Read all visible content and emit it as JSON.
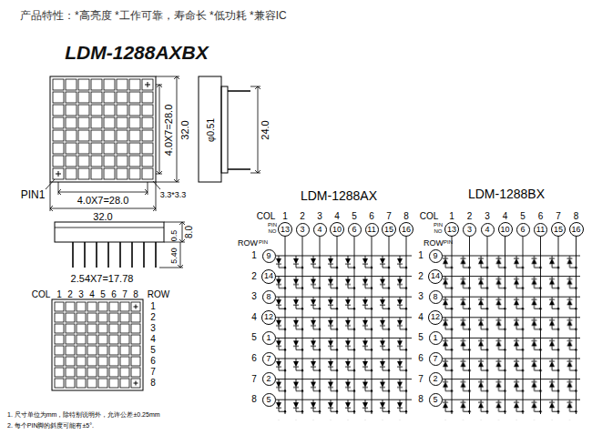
{
  "diagram": {
    "title": "LDM-1288AXBX",
    "nodes": [
      {
        "text": [
          "13"
        ]
      },
      {
        "text": [
          "3"
        ]
      },
      {
        "text": [
          "4"
        ]
      },
      {
        "text": [
          "10"
        ]
      },
      {
        "text": [
          "6"
        ]
      },
      {
        "text": [
          "11"
        ]
      },
      {
        "text": [
          "15"
        ]
      },
      {
        "text": [
          "16"
        ]
      },
      {
        "text": [
          "9"
        ]
      },
      {
        "text": [
          "14"
        ]
      },
      {
        "text": [
          "8"
        ]
      },
      {
        "text": [
          "12"
        ]
      },
      {
        "text": [
          "1"
        ]
      },
      {
        "text": [
          "7"
        ]
      },
      {
        "text": [
          "2"
        ]
      },
      {
        "text": [
          "5"
        ]
      },
      {
        "text": [
          "13"
        ]
      },
      {
        "text": [
          "3"
        ]
      },
      {
        "text": [
          "4"
        ]
      },
      {
        "text": [
          "10"
        ]
      },
      {
        "text": [
          "6"
        ]
      },
      {
        "text": [
          "11"
        ]
      },
      {
        "text": [
          "15"
        ]
      },
      {
        "text": [
          "16"
        ]
      },
      {
        "text": [
          "9"
        ]
      },
      {
        "text": [
          "14"
        ]
      },
      {
        "text": [
          "8"
        ]
      },
      {
        "text": [
          "12"
        ]
      },
      {
        "text": [
          "1"
        ]
      },
      {
        "text": [
          "7"
        ]
      },
      {
        "text": [
          "2"
        ]
      },
      {
        "text": [
          "5"
        ]
      }
    ],
    "labels": [
      "产品特性：*高亮度 *工作可靠，寿命长 *低功耗 *兼容IC",
      "4.0X7=28.0",
      "32.0",
      "φ0.51",
      "24.0",
      "PIN1",
      "4.0X7=28.0",
      "3.3*3.3",
      "32.0",
      "0.5",
      "8.0",
      "5.40",
      "2.54X7=17.78",
      "COL",
      "1",
      "2",
      "3",
      "4",
      "5",
      "6",
      "7",
      "8",
      "ROW",
      "1",
      "2",
      "3",
      "4",
      "5",
      "6",
      "7",
      "8",
      "1. 尺寸单位为mm，除特别说明外，允许公差±0.25mm",
      "2. 每个PIN脚的斜度可能有±5°.",
      "LDM-1288AX",
      "COL",
      "1",
      "2",
      "3",
      "4",
      "5",
      "6",
      "7",
      "8",
      "PIN",
      "NO",
      "ROW",
      "PIN",
      "1",
      "2",
      "3",
      "4",
      "5",
      "6",
      "7",
      "8",
      "LDM-1288BX",
      "COL",
      "1",
      "2",
      "3",
      "4",
      "5",
      "6",
      "7",
      "8",
      "PIN",
      "NO",
      "ROW",
      "PIN",
      "1",
      "2",
      "3",
      "4",
      "5",
      "6",
      "7",
      "8"
    ]
  }
}
